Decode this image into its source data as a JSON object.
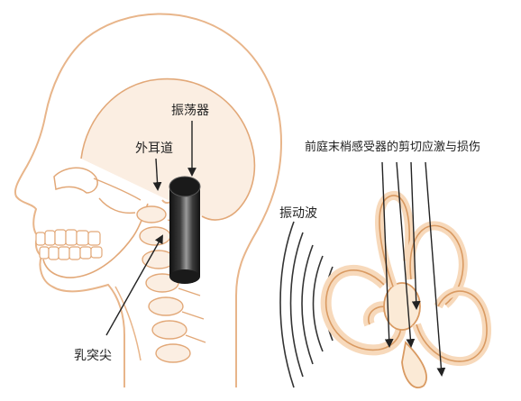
{
  "labels": {
    "oscillator": "振荡器",
    "ear_canal": "外耳道",
    "mastoid": "乳突尖",
    "vibration_wave": "振动波",
    "shear_injury": "前庭末梢感受器的剪切应激与损伤"
  },
  "colors": {
    "head_outline": "#e8b58a",
    "skull_fill": "#fbeee2",
    "bone_outline": "#e2a878",
    "oscillator_dark": "#1a1a1a",
    "oscillator_light": "#8a8a8a",
    "wave_lines": "#333333",
    "arrows": "#222222",
    "inner_ear_outline": "#d99a62",
    "inner_ear_fill": "#fbead6"
  },
  "icons": {
    "head": "head-skull-illustration",
    "oscillator": "cylinder-oscillator-icon",
    "inner_ear": "inner-ear-labyrinth-icon"
  }
}
